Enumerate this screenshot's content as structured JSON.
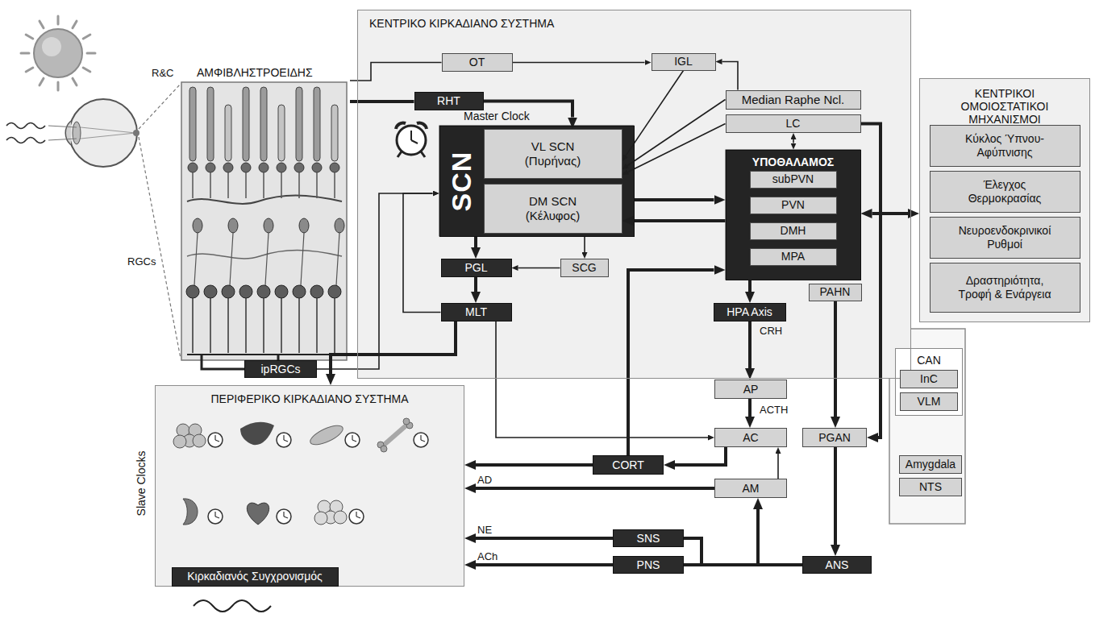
{
  "diagram": {
    "nodes": [
      {
        "text": [
          "ΑΜΦΙΒΛΗΣΤΡΟΕΙΔΗΣ"
        ]
      },
      {
        "text": [
          "ipRGCs"
        ],
        "in": 0
      },
      {
        "text": [
          "ΚΕΝΤΡΙΚΟ ΚΙΡΚΑΔΙΑΝΟ ΣΥΣΤΗΜΑ"
        ]
      },
      {
        "text": [
          "OT"
        ],
        "in": 2
      },
      {
        "text": [
          "IGL"
        ],
        "in": 2
      },
      {
        "text": [
          "RHT"
        ],
        "in": 2
      },
      {
        "text": [
          "Median Raphe Ncl."
        ],
        "in": 2
      },
      {
        "text": [
          "LC"
        ],
        "in": 2
      },
      {
        "text": [
          "SCN"
        ],
        "in": 2
      },
      {
        "text": [
          "VL SCN (Πυρήνας)"
        ],
        "in": 8
      },
      {
        "text": [
          "DM SCN (Κέλυφος)"
        ],
        "in": 8
      },
      {
        "text": [
          "ΥΠΟΘΑΛΑΜΟΣ"
        ],
        "in": 2
      },
      {
        "text": [
          "subPVN"
        ],
        "in": 11
      },
      {
        "text": [
          "PVN"
        ],
        "in": 11
      },
      {
        "text": [
          "DMH"
        ],
        "in": 11
      },
      {
        "text": [
          "MPA"
        ],
        "in": 11
      },
      {
        "text": [
          "PAHN"
        ],
        "in": 2
      },
      {
        "text": [
          "PGL"
        ],
        "in": 2
      },
      {
        "text": [
          "SCG"
        ],
        "in": 2
      },
      {
        "text": [
          "MLT"
        ],
        "in": 2
      },
      {
        "text": [
          "HPA Axis"
        ],
        "in": 2
      },
      {
        "text": [
          "ΚΕΝΤΡΙΚΟΙ ΟΜΟΙΟΣΤΑΤΙΚΟΙ ΜΗΧΑΝΙΣΜΟΙ"
        ]
      },
      {
        "text": [
          "Κύκλος Ύπνου- Αφύπνισης"
        ],
        "in": 21
      },
      {
        "text": [
          "Έλεγχος Θερμοκρασίας"
        ],
        "in": 21
      },
      {
        "text": [
          "Νευροενδοκρινικοί Ρυθμοί"
        ],
        "in": 21
      },
      {
        "text": [
          "Δραστηριότητα, Τροφή & Ενάργεια"
        ],
        "in": 21
      },
      {
        "text": [
          "CAN"
        ]
      },
      {
        "text": [
          "InC"
        ],
        "in": 26
      },
      {
        "text": [
          "VLM"
        ],
        "in": 26
      },
      {
        "text": [
          "Amygdala"
        ]
      },
      {
        "text": [
          "NTS"
        ]
      },
      {
        "text": [
          "ΠΕΡΙΦΕΡΙΚΟ ΚΙΡΚΑΔΙΑΝΟ ΣΥΣΤΗΜΑ"
        ]
      },
      {
        "text": [
          "Κιρκαδιανός Συγχρονισμός"
        ],
        "in": 31
      },
      {
        "text": [
          "AP"
        ]
      },
      {
        "text": [
          "AC"
        ]
      },
      {
        "text": [
          "PGAN"
        ]
      },
      {
        "text": [
          "CORT"
        ]
      },
      {
        "text": [
          "AM"
        ]
      },
      {
        "text": [
          "SNS"
        ]
      },
      {
        "text": [
          "PNS"
        ]
      },
      {
        "text": [
          "ANS"
        ]
      }
    ],
    "edges": [
      {
        "from": 0,
        "to": 3,
        "arrow": "none"
      },
      {
        "from": 3,
        "to": 4,
        "arrow": "to"
      },
      {
        "from": 0,
        "to": 5,
        "arrow": "none"
      },
      {
        "from": 5,
        "to": 9,
        "arrow": "to"
      },
      {
        "from": 1,
        "to": 8,
        "arrow": "to"
      },
      {
        "from": 19,
        "to": 8,
        "arrow": "to"
      },
      {
        "from": 6,
        "to": 4,
        "arrow": "to"
      },
      {
        "from": 4,
        "to": 9,
        "arrow": "to"
      },
      {
        "from": 6,
        "to": 9,
        "arrow": "to"
      },
      {
        "from": 7,
        "to": 9,
        "arrow": "to"
      },
      {
        "from": 7,
        "to": 11,
        "arrow": "both"
      },
      {
        "from": 7,
        "to": 35,
        "arrow": "to"
      },
      {
        "from": 8,
        "to": 11,
        "arrow": "to"
      },
      {
        "from": 11,
        "to": 10,
        "arrow": "to"
      },
      {
        "from": 11,
        "to": 21,
        "arrow": "both"
      },
      {
        "from": 8,
        "to": 17,
        "arrow": "to"
      },
      {
        "from": 8,
        "to": 18,
        "arrow": "to"
      },
      {
        "from": 18,
        "to": 17,
        "arrow": "to"
      },
      {
        "from": 17,
        "to": 19,
        "arrow": "to"
      },
      {
        "from": 19,
        "to": 31,
        "arrow": "to"
      },
      {
        "from": 19,
        "to": 34,
        "arrow": "to"
      },
      {
        "from": 11,
        "to": 20,
        "arrow": "to"
      },
      {
        "from": 20,
        "to": 33,
        "label": "CRH",
        "arrow": "to"
      },
      {
        "from": 33,
        "to": 34,
        "label": "ACTH",
        "arrow": "to"
      },
      {
        "from": 16,
        "to": 35,
        "arrow": "to"
      },
      {
        "from": 35,
        "to": 40,
        "arrow": "to"
      },
      {
        "from": 36,
        "to": 11,
        "arrow": "to"
      },
      {
        "from": 34,
        "to": 36,
        "arrow": "to"
      },
      {
        "from": 36,
        "to": 31,
        "arrow": "to"
      },
      {
        "from": 37,
        "to": 34,
        "arrow": "to"
      },
      {
        "from": 37,
        "to": 31,
        "label": "AD",
        "arrow": "to"
      },
      {
        "from": 38,
        "to": 31,
        "label": "NE",
        "arrow": "to"
      },
      {
        "from": 39,
        "to": 31,
        "label": "ACh",
        "arrow": "to"
      },
      {
        "from": 40,
        "to": 39,
        "arrow": "none"
      },
      {
        "from": 40,
        "to": 38,
        "arrow": "none"
      },
      {
        "from": 40,
        "to": 37,
        "arrow": "to"
      }
    ],
    "labels": [
      "R&C",
      "RGCs",
      "Master Clock",
      "Slave Clocks"
    ]
  }
}
